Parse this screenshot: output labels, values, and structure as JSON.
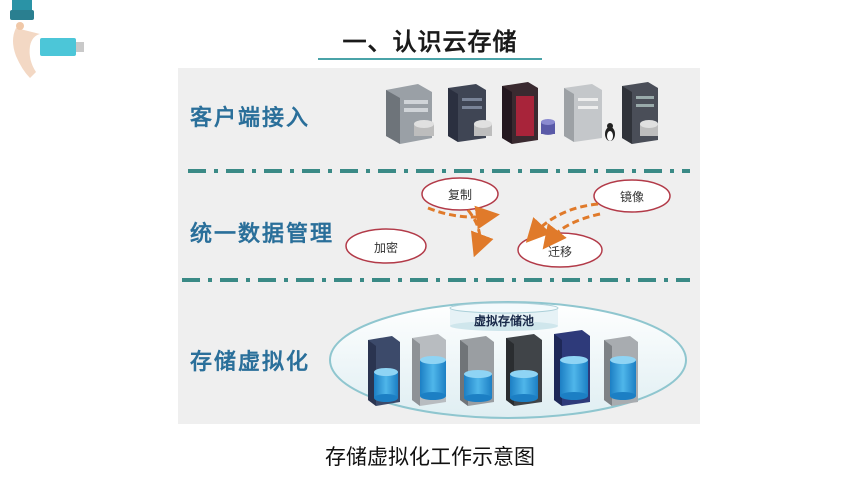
{
  "title": "一、认识云存储",
  "caption": "存储虚拟化工作示意图",
  "diagram": {
    "layers": [
      {
        "label": "客户端接入"
      },
      {
        "label": "统一数据管理"
      },
      {
        "label": "存储虚拟化"
      }
    ],
    "management_ops": {
      "copy": "复制",
      "mirror": "镜像",
      "encrypt": "加密",
      "migrate": "迁移"
    },
    "pool_label": "虚拟存储池"
  },
  "colors": {
    "accent_line": "#4aa3a8",
    "layer_label": "#2a6f9a",
    "divider": "#3a8a86",
    "arrow": "#e07a2a",
    "ellipse_border": "#b23a48"
  },
  "icons": [
    "usb-drive-icon",
    "server-icon",
    "database-icon",
    "linux-penguin-icon"
  ]
}
